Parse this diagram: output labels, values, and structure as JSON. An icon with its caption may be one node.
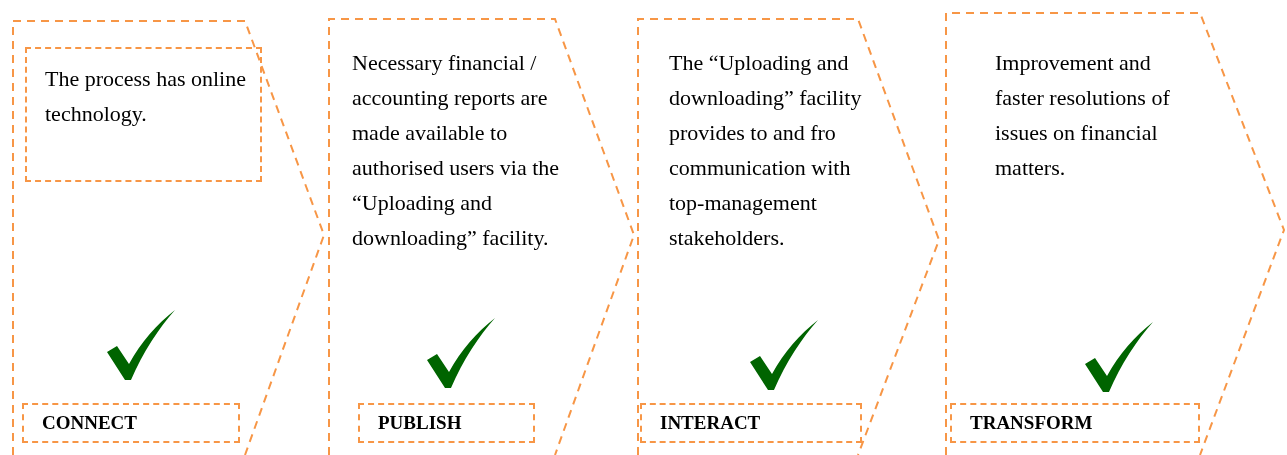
{
  "diagram": {
    "nodes": [
      {
        "text": [],
        "shape": "chevron"
      },
      {
        "text": [
          "The process has online technology."
        ],
        "in": 0
      },
      {
        "text": [
          "CONNECT"
        ],
        "in": 0
      },
      {
        "text": [
          "Necessary financial / accounting reports are made available to authorised users via the “Uploading and downloading” facility."
        ]
      },
      {
        "text": [
          "PUBLISH"
        ],
        "in": 3
      },
      {
        "text": [
          "The “Uploading and downloading” facility provides to and fro communication with top-management stakeholders."
        ]
      },
      {
        "text": [
          "INTERACT"
        ],
        "in": 5
      },
      {
        "text": [
          "Improvement and faster resolutions of issues on financial matters."
        ]
      },
      {
        "text": [
          "TRANSFORM"
        ],
        "in": 7
      }
    ]
  }
}
